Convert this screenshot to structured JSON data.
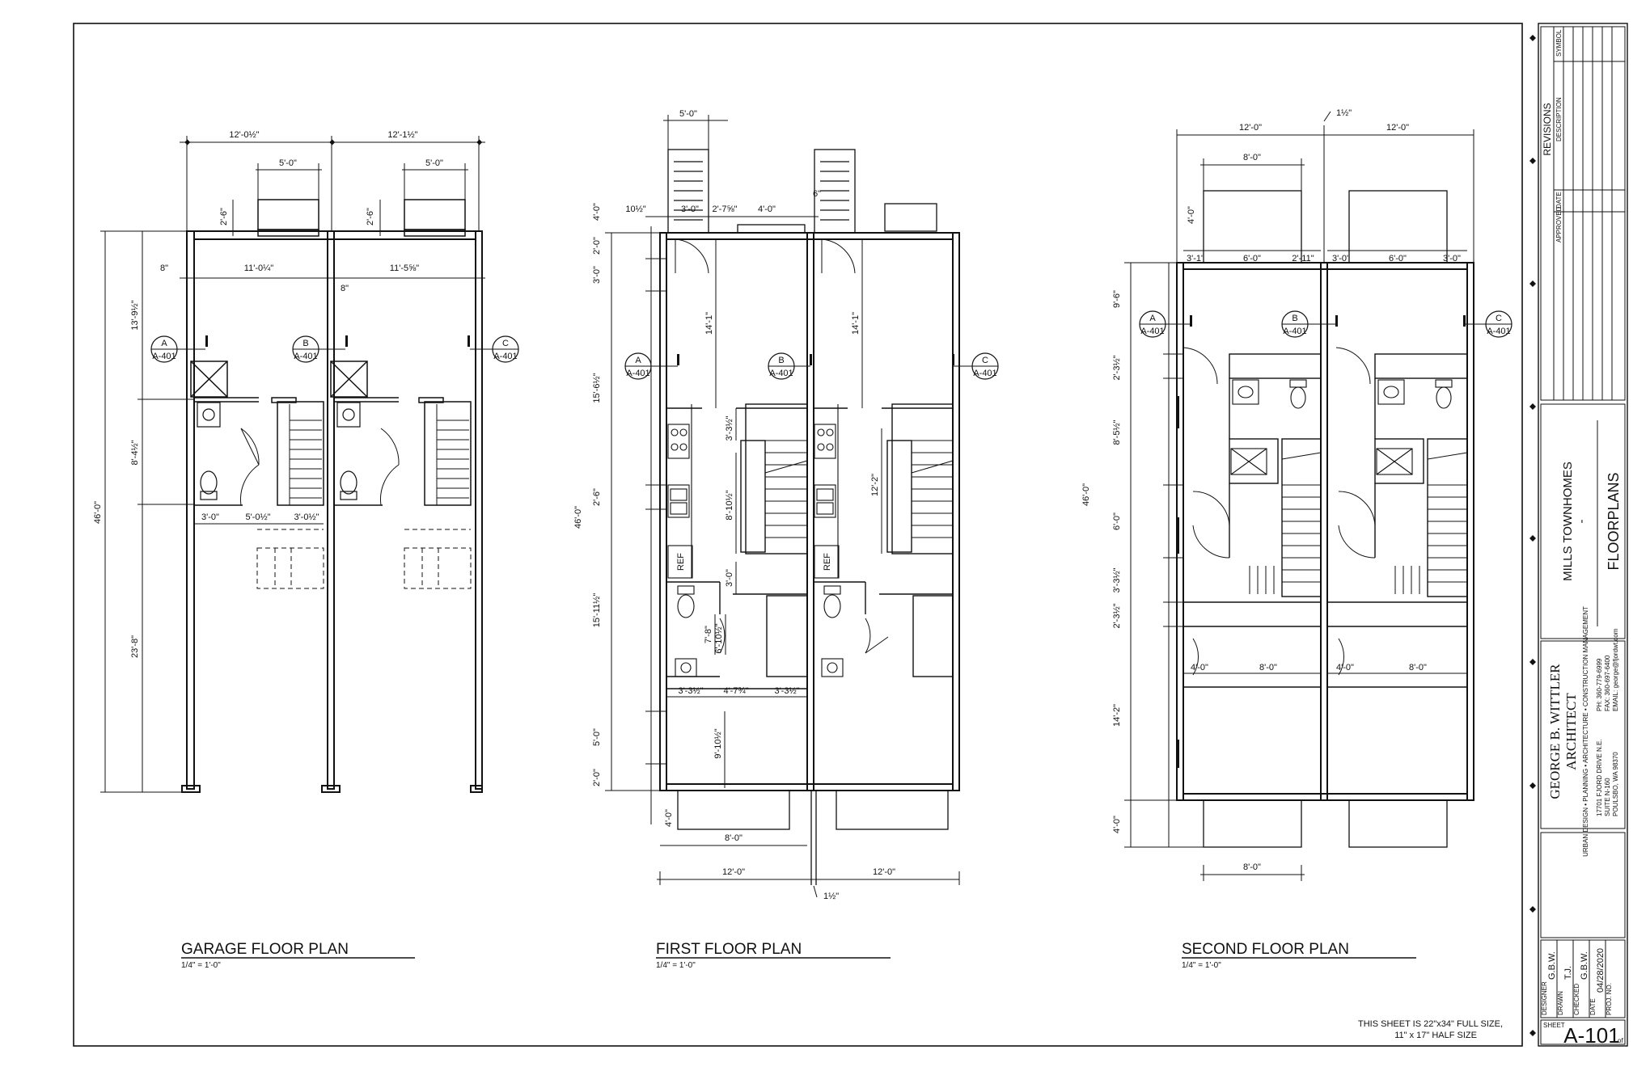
{
  "sheet_note": {
    "line1": "THIS SHEET IS 22\"x34\" FULL SIZE,",
    "line2": "11\" x 17\" HALF SIZE"
  },
  "section_tags": [
    {
      "letter": "A",
      "sheet": "A-401"
    },
    {
      "letter": "B",
      "sheet": "A-401"
    },
    {
      "letter": "C",
      "sheet": "A-401"
    }
  ],
  "plans": {
    "garage": {
      "title": "GARAGE FLOOR PLAN",
      "scale": "1/4\" = 1'-0\"",
      "dims": {
        "top_left": "12'-0½\"",
        "top_right": "12'-1½\"",
        "win_left": "5'-0\"",
        "win_right": "5'-0\"",
        "win_depth_left": "2'-6\"",
        "win_depth_right": "2'-6\"",
        "wall_left": "8\"",
        "wall_mid": "8\"",
        "inner_left": "11'-0¼\"",
        "inner_right": "11'-5⅝\"",
        "overall": "46'-0\"",
        "seg1": "13'-9½\"",
        "seg2": "8'-4½\"",
        "seg3": "23'-8\"",
        "bath1": "3'-0\"",
        "bath2": "5'-0½\"",
        "bath3": "3'-0½\""
      }
    },
    "first": {
      "title": "FIRST FLOOR PLAN",
      "scale": "1/4\" = 1'-0\"",
      "dims": {
        "stoop": "5'-0\"",
        "stoop_depth": "4'-0\"",
        "a": "10½\"",
        "b": "3'-0\"",
        "c": "2'-7⅝\"",
        "d": "4'-0\"",
        "e": "6\"",
        "overall": "46'-0\"",
        "v1": "2'-0\"",
        "v2": "3'-0\"",
        "v3": "15'-6½\"",
        "v4": "2'-6\"",
        "v5": "15'-11½\"",
        "v6": "5'-0\"",
        "v7": "2'-0\"",
        "room_left": "14'-1\"",
        "room_right": "14'-1\"",
        "k1": "3'-3½\"",
        "k2": "8'-10½\"",
        "k3": "12'-2\"",
        "k4": "3'-0\"",
        "k5": "7'-8\"",
        "k6": "6'-10½\"",
        "k7": "9'-10½\"",
        "h1": "3'-3½\"",
        "h2": "4'-7¾\"",
        "h3": "3'-3½\"",
        "deck_depth": "4'-0\"",
        "deck_width": "8'-0\"",
        "bottom_left": "12'-0\"",
        "bottom_right": "12'-0\"",
        "party_wall": "1½\""
      },
      "ref_label": "REF"
    },
    "second": {
      "title": "SECOND FLOOR PLAN",
      "scale": "1/4\" = 1'-0\"",
      "dims": {
        "party_wall": "1½\"",
        "top_left": "12'-0\"",
        "top_right": "12'-0\"",
        "balcony_width": "8'-0\"",
        "balcony_depth": "4'-0\"",
        "w1": "3'-1\"",
        "w2": "6'-0\"",
        "w3": "2'-11\"",
        "w4": "3'-0\"",
        "w5": "6'-0\"",
        "w6": "3'-0\"",
        "overall": "46'-0\"",
        "v1": "9'-6\"",
        "v2": "2'-3½\"",
        "v3": "8'-5½\"",
        "v4": "6'-0\"",
        "v5": "3'-3½\"",
        "v6": "2'-3½\"",
        "v7": "14'-2\"",
        "v8": "4'-0\"",
        "r1": "4'-0\"",
        "r2": "8'-0\"",
        "r3": "4'-0\"",
        "r4": "8'-0\"",
        "bottom_balcony": "8'-0\""
      }
    }
  },
  "title_block": {
    "revisions": {
      "label": "REVISIONS",
      "columns": [
        "SYMBOL",
        "DESCRIPTION",
        "DATE",
        "APPROVED"
      ]
    },
    "project": "MILLS TOWNHOMES",
    "separator": "-",
    "sheet_name": "FLOORPLANS",
    "firm": {
      "name": "GEORGE B. WITTLER",
      "title": "ARCHITECT",
      "services": "URBAN DESIGN  •  PLANNING  •  ARCHITECTURE  •  CONSTRUCTION MANAGEMENT",
      "address1": "17701 FJORD DRIVE N.E.",
      "address2": "SUITE N-160",
      "address3": "POULSBO, WA 98370",
      "phone": "PH:  360-779-6999",
      "fax": "FAX:  360-697-6400",
      "email": "EMAIL:  george@fjordwt.com"
    },
    "info": [
      {
        "label": "DESIGNER",
        "value": "G.B.W."
      },
      {
        "label": "DRAWN",
        "value": "T.J."
      },
      {
        "label": "CHECKED",
        "value": "G.B.W."
      },
      {
        "label": "DATE",
        "value": "04/28/2020"
      },
      {
        "label": "PROJ. NO.",
        "value": ""
      }
    ],
    "sheet_label": "SHEET",
    "sheet_number": "A-101",
    "sheet_of": "of"
  }
}
